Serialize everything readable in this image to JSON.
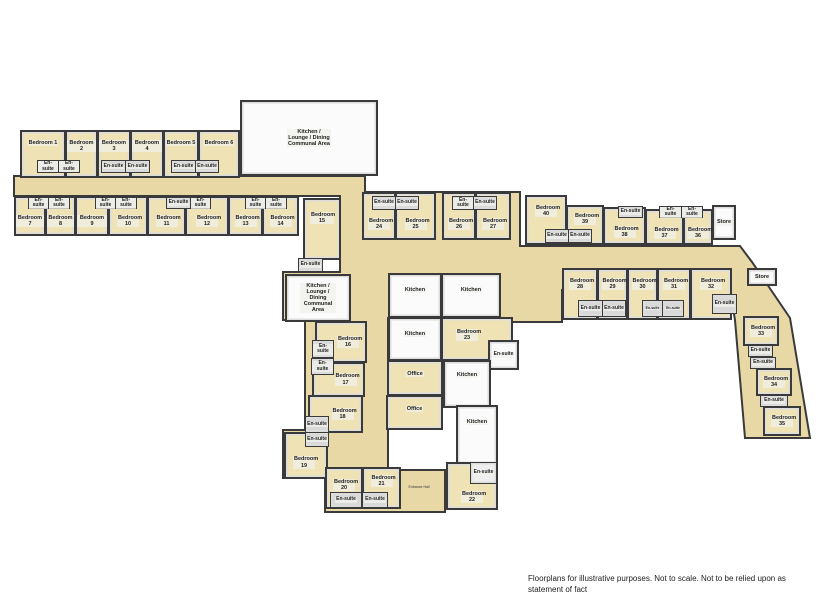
{
  "rooms": {
    "kitchen_lounge_1": "Kitchen / Lounge / Dining Communal Area",
    "kitchen_lounge_2": "Kitchen / Lounge / Dining Communal Area",
    "bedroom_1": "Bedroom 1",
    "bedroom_2": "Bedroom 2",
    "bedroom_3": "Bedroom 3",
    "bedroom_4": "Bedroom 4",
    "bedroom_5": "Bedroom 5",
    "bedroom_6": "Bedroom 6",
    "bedroom_7": "Bedroom 7",
    "bedroom_8": "Bedroom 8",
    "bedroom_9": "Bedroom 9",
    "bedroom_10": "Bedroom 10",
    "bedroom_11": "Bedroom 11",
    "bedroom_12": "Bedroom 12",
    "bedroom_13": "Bedroom 13",
    "bedroom_14": "Bedroom 14",
    "bedroom_15": "Bedroom 15",
    "bedroom_16": "Bedroom 16",
    "bedroom_17": "Bedroom 17",
    "bedroom_18": "Bedroom 18",
    "bedroom_19": "Bedroom 19",
    "bedroom_20": "Bedroom 20",
    "bedroom_21": "Bedroom 21",
    "bedroom_22": "Bedroom 22",
    "bedroom_23": "Bedroom 23",
    "bedroom_24": "Bedroom 24",
    "bedroom_25": "Bedroom 25",
    "bedroom_26": "Bedroom 26",
    "bedroom_27": "Bedroom 27",
    "bedroom_28": "Bedroom 28",
    "bedroom_29": "Bedroom 29",
    "bedroom_30": "Bedroom 30",
    "bedroom_31": "Bedroom 31",
    "bedroom_32": "Bedroom 32",
    "bedroom_33": "Bedroom 33",
    "bedroom_34": "Bedroom 34",
    "bedroom_35": "Bedroom 35",
    "bedroom_36": "Bedroom 36",
    "bedroom_37": "Bedroom 37",
    "bedroom_38": "Bedroom 38",
    "bedroom_39": "Bedroom 39",
    "bedroom_40": "Bedroom 40",
    "kitchen": "Kitchen",
    "office": "Office",
    "store": "Store",
    "ensuite": "En-suite",
    "entrance_hall": "Entrance Hall"
  },
  "disclaimer": "Floorplans for illustrative purposes. Not to scale. Not to be relied upon as statement of fact"
}
